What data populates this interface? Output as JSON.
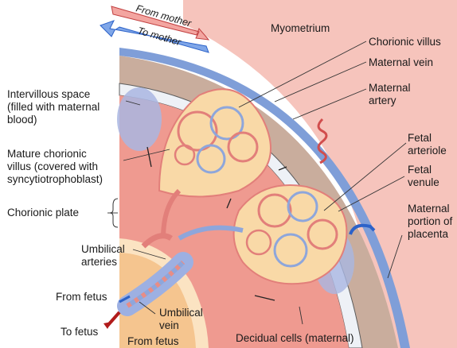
{
  "flows": {
    "from_mother": "From mother",
    "to_mother": "To mother"
  },
  "labels": {
    "myometrium": "Myometrium",
    "chorionic_villus": "Chorionic villus",
    "maternal_vein": "Maternal vein",
    "maternal_artery": "Maternal\nartery",
    "intervillous_space": "Intervillous space\n(filled with maternal\nblood)",
    "mature_villus": "Mature chorionic\nvillus (covered with\nsyncytiotrophoblast)",
    "chorionic_plate": "Chorionic plate",
    "fetal_arteriole": "Fetal\narteriole",
    "fetal_venule": "Fetal\nvenule",
    "maternal_portion": "Maternal\nportion of\nplacenta",
    "umbilical_arteries": "Umbilical\narteries",
    "umbilical_vein": "Umbilical\nvein",
    "from_fetus_top": "From fetus",
    "to_fetus": "To fetus",
    "from_fetus_bottom": "From fetus",
    "decidual_cells": "Decidual cells (maternal)"
  },
  "colors": {
    "myometrium": "#f6c4bc",
    "maternal_tissue": "#c9ad9d",
    "intervillous": "#ef9a90",
    "villus_fill": "#f9d9a7",
    "fetal_artery": "#e27f7a",
    "fetal_vein": "#8ea6db",
    "chorionic_plate": "#fbe3c2",
    "arrow_red": "#d12a2a",
    "arrow_blue": "#2c62c9"
  }
}
